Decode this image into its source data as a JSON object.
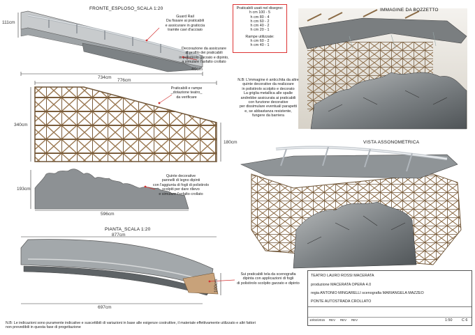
{
  "views": {
    "fronte": "FRONTE_ESPLOSO_SCALA 1:20",
    "bozzetto": "IMMAGINE DA BOZZETTO",
    "vista": "VISTA ASSONOMETRICA",
    "pianta": "PIANTA_SCALA 1:20"
  },
  "dimensions": {
    "d111": "111cm",
    "d734": "734cm",
    "d40": "40cm",
    "d776": "776cm",
    "d340": "340cm",
    "d180": "180cm",
    "d193": "193cm",
    "d596": "596cm",
    "d877": "877cm",
    "d697": "697cm",
    "d100": "100cm"
  },
  "notes": {
    "guardrail": [
      "Guard Rail",
      "Da fissare ai praticabili",
      "e assicurare in graticcia",
      "tramite cavi d'acciaio"
    ],
    "decorazione": [
      "Decorazione da assicurare",
      "al profilo dei praticabili",
      "in polistirolo garzato e dipinto,",
      "a simulare l'asfalto crollato"
    ],
    "praticabili": [
      "Praticabili e rampe",
      "_dotazione teatro_",
      "da verificare"
    ],
    "nb": [
      "N.B: L'immagine è anticchita da altre",
      "quinte decorative da realizzare",
      "in polistirolo scolpito e decorato",
      "La griglia metallica alle spalle",
      "andrebbe assicurata ai praticabili",
      "con funzione decorative",
      "per dissimulare eventuali parapetti",
      "e, se abbastanza resistente,",
      "fungere da barriera"
    ],
    "quinte": [
      "Quinte decorative",
      "pannelli di legno dipinti",
      "con l'aggiunta di fogli di polistirolo",
      "scolpiti per dare rilievo",
      "e simulare l'asfalto crollato"
    ],
    "sui": [
      "Sui praticabili tela da scenografia",
      "dipinta con applicazioni di fogli",
      "di polistirolo scolpito garzato e dipinto"
    ]
  },
  "praticabili_box": [
    "Praticabili usati nel disegno:",
    "h cm 100 - 5",
    "h cm 80 - 4",
    "h cm 60 - 2",
    "h cm 40 - 2",
    "h cm 20 - 1",
    "",
    "Rampe utilizzate:",
    "h cm 60 - 2",
    "h cm 40 - 1"
  ],
  "title_block": {
    "theatre": "TEATRO LAURO ROSSI MACERATA",
    "production": "produzione MACERATA OPERA 4.0",
    "credits": "regia ANTONIO MINGARELLI    scenografia MARIANGELA MAZZEO",
    "subject": "PONTE AUTOSTRADA CROLLATO",
    "scale": "1:50",
    "sheet": "C 6",
    "date": "10/02/2015",
    "rev": [
      "REV",
      "REV",
      "REV"
    ]
  },
  "footer_note": [
    "N.B: Le indicazioni sono puramente indicative e suscettibili di variazioni in base alle esigenze costruttive, il materiale effettivamente utilizzato e altri fattori",
    "non prevedibili in questa fase di progettazione"
  ],
  "colors": {
    "wood": "#9c7b55",
    "wood_dark": "#6e5436",
    "concrete": "#8a8f92",
    "accent": "#d33333",
    "rail": "#b8bec4"
  }
}
